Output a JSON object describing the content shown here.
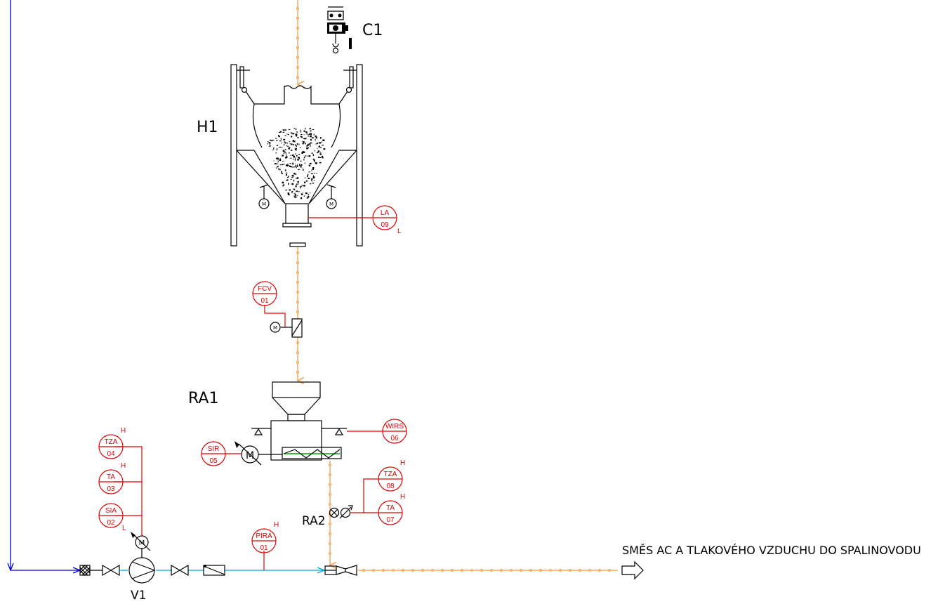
{
  "equipment": {
    "crane": "C1",
    "hopper": "H1",
    "feeder": "RA1",
    "rotary_valve": "RA2",
    "blower": "V1"
  },
  "output_label": "SMĚS AC A TLAKOVÉHO VZDUCHU DO SPALINOVODU",
  "motor_symbol": "M",
  "instruments": [
    {
      "id": "la09",
      "tag": "LA",
      "num": "09",
      "limit": "L"
    },
    {
      "id": "fcv01",
      "tag": "FCV",
      "num": "01",
      "limit": ""
    },
    {
      "id": "wirs06",
      "tag": "WIRS",
      "num": "06",
      "limit": ""
    },
    {
      "id": "sir05",
      "tag": "SIR",
      "num": "05",
      "limit": ""
    },
    {
      "id": "tza08",
      "tag": "TZA",
      "num": "08",
      "limit": "H"
    },
    {
      "id": "ta07",
      "tag": "TA",
      "num": "07",
      "limit": "H"
    },
    {
      "id": "tza04",
      "tag": "TZA",
      "num": "04",
      "limit": "H"
    },
    {
      "id": "ta03",
      "tag": "TA",
      "num": "03",
      "limit": "H"
    },
    {
      "id": "sia02",
      "tag": "SIA",
      "num": "02",
      "limit": "L"
    },
    {
      "id": "pira01",
      "tag": "PIRA",
      "num": "01",
      "limit": "H"
    }
  ],
  "colors": {
    "instrument": "#e00000",
    "carbon_line": "#f4a860",
    "air_line": "#00a6d6",
    "return_line": "#0000cc",
    "equipment": "#000000",
    "screw_accent": "#00aa00"
  }
}
